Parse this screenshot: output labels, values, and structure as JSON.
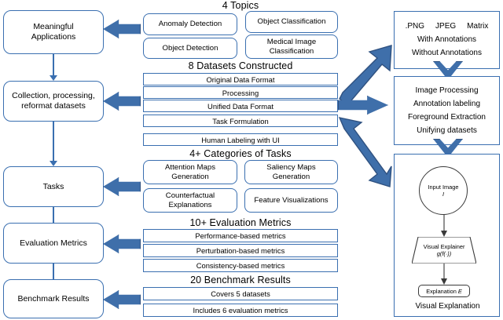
{
  "diagram": {
    "pipeline": {
      "steps": [
        {
          "label": "Meaningful Applications",
          "line1": "Meaningful",
          "line2": "Applications"
        },
        {
          "label": "Collection, processing, reformat datasets",
          "line1": "Collection, processing,",
          "line2": "reformat datasets"
        },
        {
          "label": "Tasks",
          "line1": "Tasks",
          "line2": ""
        },
        {
          "label": "Evaluation Metrics",
          "line1": "Evaluation Metrics",
          "line2": ""
        },
        {
          "label": "Benchmark Results",
          "line1": "Benchmark Results",
          "line2": ""
        }
      ]
    },
    "sections": [
      {
        "heading": "4 Topics",
        "chips": [
          "Anomaly Detection",
          "Object Classification",
          "Object Detection",
          "Medical Image Classification"
        ],
        "chip_lines": [
          [
            "Anomaly Detection"
          ],
          [
            "Object Classification"
          ],
          [
            "Object Detection"
          ],
          [
            "Medical Image",
            "Classification"
          ]
        ]
      },
      {
        "heading": "8 Datasets Constructed",
        "bars": [
          "Original Data Format",
          "Processing",
          "Unified Data Format",
          "Task Formulation",
          "Human Labeling with UI"
        ]
      },
      {
        "heading": "4+ Categories of Tasks",
        "chips": [
          "Attention Maps Generation",
          "Saliency Maps Generation",
          "Counterfactual Explanations",
          "Feature Visualizations"
        ],
        "chip_lines": [
          [
            "Attention Maps",
            "Generation"
          ],
          [
            "Saliency Maps",
            "Generation"
          ],
          [
            "Counterfactual",
            "Explanations"
          ],
          [
            "Feature Visualizations"
          ]
        ]
      },
      {
        "heading": "10+ Evaluation Metrics",
        "bars": [
          "Performance-based metrics",
          "Perturbation-based metrics",
          "Consistency-based metrics"
        ]
      },
      {
        "heading": "20 Benchmark Results",
        "bars": [
          "Covers 5 datasets",
          "Includes 6 evaluation metrics"
        ]
      }
    ],
    "right_panels": {
      "formats": {
        "formats_row": [
          ".PNG",
          "JPEG",
          "Matrix"
        ],
        "rows": [
          "With Annotations",
          "Without Annotations"
        ]
      },
      "processing": {
        "rows": [
          "Image Processing",
          "Annotation labeling",
          "Foreground Extraction",
          "Unifying datasets"
        ]
      },
      "visual_explanation": {
        "input_label": "Input Image",
        "input_symbol": "I",
        "explainer_label": "Visual Explainer",
        "explainer_formula": "g(f(·))",
        "explanation_label": "Explanation",
        "explanation_symbol": "E",
        "caption": "Visual Explanation"
      }
    },
    "colors": {
      "outline_blue": "#3a6fb0",
      "arrow_blue": "#3f6faa",
      "arrow_border": "#2f5180",
      "inner_gray": "#3a3a3a"
    }
  }
}
